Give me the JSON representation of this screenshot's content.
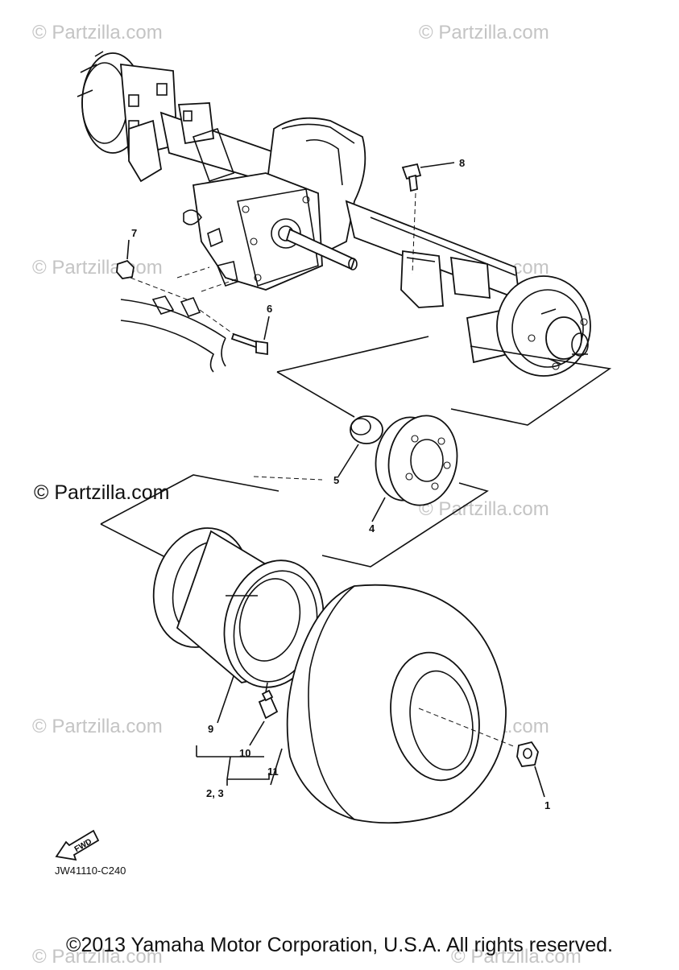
{
  "watermark_text": "© Partzilla.com",
  "main_watermark": "© Partzilla.com",
  "callouts": {
    "c1": "1",
    "c23": "2, 3",
    "c4": "4",
    "c5": "5",
    "c6": "6",
    "c7": "7",
    "c8": "8",
    "c9": "9",
    "c10": "10",
    "c11": "11"
  },
  "fwd_label": "FWD",
  "diagram_id": "JW41110-C240",
  "copyright": "©2013 Yamaha Motor Corporation, U.S.A. All rights reserved."
}
